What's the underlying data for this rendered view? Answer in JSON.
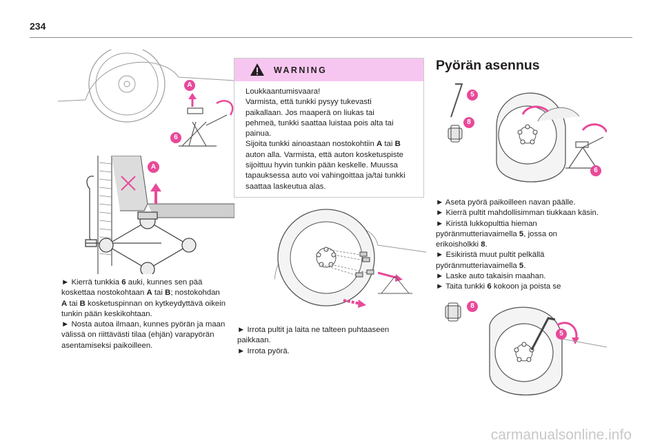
{
  "page_number": "234",
  "warning": {
    "title": "WARNING",
    "lines": [
      "Loukkaantumisvaara!",
      "Varmista, että tunkki pysyy tukevasti",
      "paikallaan. Jos maaperä on liukas tai",
      "pehmeä, tunkki saattaa luistaa pois alta tai",
      "painua."
    ],
    "line6_pre": "Sijoita tunkki ainoastaan nostokohtiin ",
    "line6_a": "A",
    "line6_mid": " tai ",
    "line6_b": "B",
    "lines_after": [
      "auton alla. Varmista, että auton kosketuspiste",
      "sijoittuu hyvin tunkin pään keskelle. Muussa",
      "tapauksessa auto voi vahingoittaa ja/tai tunkki",
      "saattaa laskeutua alas."
    ]
  },
  "left_text": {
    "l1_pre": "► Kierrä tunkkia ",
    "l1_num": "6",
    "l1_post": "  auki, kunnes sen pää",
    "l2_pre": "koskettaa nostokohtaan ",
    "l2_a": "A",
    "l2_mid": " tai ",
    "l2_b": "B",
    "l2_post": "; nostokohdan",
    "l3_a": "A",
    "l3_mid": " tai ",
    "l3_b": "B",
    "l3_post": " kosketuspinnan on kytkeydyttävä oikein",
    "l4": "tunkin pään keskikohtaan.",
    "l5": "► Nosta autoa ilmaan, kunnes pyörän ja maan",
    "l6": "välissä on riittävästi tilaa (ehjän) varapyörän",
    "l7": "asentamiseksi paikoilleen."
  },
  "middle_text": {
    "l1": "► Irrota pultit ja laita ne talteen puhtaaseen",
    "l2": "paikkaan.",
    "l3": "► Irrota pyörä."
  },
  "section_title": "Pyörän asennus",
  "right_text": {
    "l1": "► Aseta pyörä paikoilleen navan päälle.",
    "l2": "► Kierrä pultit mahdollisimman tiukkaan käsin.",
    "l3": "► Kiristä lukkopulttia hieman",
    "l4_pre": "pyöränmutteriavaimella ",
    "l4_num": "5",
    "l4_post": ", jossa on",
    "l5_pre": "erikoisholkki ",
    "l5_num": "8",
    "l5_post": ".",
    "l6": "► Esikiristä muut pultit pelkällä",
    "l7_pre": "pyöränmutteriavaimella ",
    "l7_num": "5",
    "l7_post": ".",
    "l8": "► Laske auto takaisin maahan.",
    "l9_pre": "► Taita tunkki ",
    "l9_num": "6",
    "l9_post": " kokoon ja poista se"
  },
  "callouts": {
    "a": "A",
    "six": "6",
    "five": "5",
    "eight": "8"
  },
  "footer": "carmanualsonline.info",
  "colors": {
    "accent": "#e8499a",
    "warning_band": "#f7c6f0",
    "line_art": "#4a4a4a"
  }
}
